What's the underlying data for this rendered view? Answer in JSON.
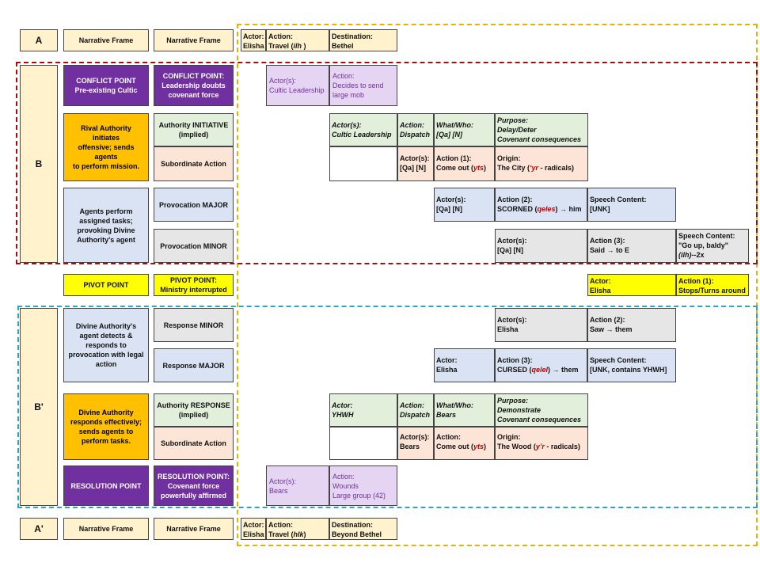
{
  "rows": {
    "A": "A",
    "B": "B",
    "B_prime": "B'",
    "A_prime": "A'"
  },
  "labels": {
    "narrative_frame": "Narrative Frame",
    "conflict_left": "CONFLICT POINT\nPre-existing Cultic",
    "conflict_right": "CONFLICT POINT:\nLeadership doubts\ncovenant force",
    "rival": "Rival Authority initiates\noffensive; sends agents\nto perform mission.",
    "authority_initiative": "Authority INITIATIVE\n(implied)",
    "subordinate_action": "Subordinate Action",
    "agents_perform": "Agents perform\nassigned tasks;\nprovoking Divine\nAuthority's agent",
    "provocation_major": "Provocation MAJOR",
    "provocation_minor": "Provocation MINOR",
    "pivot_left": "PIVOT POINT",
    "pivot_right": "PIVOT POINT:\nMinistry interrupted",
    "divine_detects": "Divine Authority's\nagent detects &\nresponds to\nprovocation with legal\naction",
    "response_minor": "Response MINOR",
    "response_major": "Response MAJOR",
    "divine_responds": "Divine Authority\nresponds effectively;\nsends agents to\nperform tasks.",
    "authority_response": "Authority RESPONSE\n(implied)",
    "resolution_left": "RESOLUTION POINT",
    "resolution_right": "RESOLUTION POINT:\nCovenant force\npowerfully affirmed"
  },
  "cells": {
    "a_actor": "Actor:\nElisha",
    "a_action_head": "Action:",
    "a_action_text": "Travel (",
    "a_action_term": "ilh",
    "a_action_tail": " )",
    "a_dest": "Destination:\nBethel",
    "cl_actor": "Actor(s):\nCultic Leadership",
    "cl_action": "Action:\nDecides to send\nlarge mob",
    "ai_actor": "Actor(s):\nCultic Leadership",
    "ai_action": "Action:\nDispatch",
    "ai_what": "What/Who:\n[Qa] [N]",
    "ai_purpose": "Purpose:\nDelay/Deter\nCovenant consequences",
    "sa_actor": "Actor(s):\n[Qa]  [N]",
    "sa_action_head": "Action (1):",
    "sa_action_text": "Come out (",
    "sa_action_term": "yts",
    "sa_action_tail": ")",
    "sa_origin_head": "Origin:",
    "sa_origin_text": "The City (",
    "sa_origin_term": "‘yr",
    "sa_origin_tail": "  -  radicals)",
    "pm_actor": "Actor(s):\n[Qa] [N]",
    "pm_action_head": "Action (2):",
    "pm_action_text": "SCORNED (",
    "pm_action_term": "qeles",
    "pm_action_tail": ") → him",
    "pm_speech": "Speech Content:\n[UNK]",
    "pn_actor": "Actor(s):\n[Qa] [N]",
    "pn_action": "Action (3):\nSaid → to E",
    "pn_speech_head": "Speech Content:",
    "pn_speech_quote": "\"Go up, baldy\"",
    "pn_speech_term": "(ilh)",
    "pn_speech_tail": "--2x",
    "pv_actor": "Actor:\nElisha",
    "pv_action": "Action (1):\nStops/Turns around",
    "rn_actor": "Actor(s):\nElisha",
    "rn_action": "Action (2):\nSaw → them",
    "rj_actor": "Actor:\nElisha",
    "rj_action_head": "Action (3):",
    "rj_action_text": "CURSED (",
    "rj_action_term": "qelel",
    "rj_action_tail": ") → them",
    "rj_speech": "Speech Content:\n[UNK, contains YHWH]",
    "ar_actor": "Actor:\nYHWH",
    "ar_action": "Action:\nDispatch",
    "ar_what": "What/Who:\nBears",
    "ar_purpose": "Purpose:\nDemonstrate\nCovenant consequences",
    "bs_actor": "Actor(s):\nBears",
    "bs_action_head": "Action:",
    "bs_action_text": "Come out (",
    "bs_action_term": "yts",
    "bs_action_tail": ")",
    "bs_origin_head": "Origin:",
    "bs_origin_text": "The Wood (",
    "bs_origin_term": "y’r",
    "bs_origin_tail": "  -  radicals)",
    "rs_actor": "Actor(s):\nBears",
    "rs_action": "Action:\nWounds\nLarge group (42)",
    "ap_actor": "Actor:\nElisha",
    "ap_action_head": "Action:",
    "ap_action_text": "Travel (",
    "ap_action_term": "hlk",
    "ap_action_tail": ")",
    "ap_dest": "Destination:\nBeyond Bethel"
  },
  "colors": {
    "purple": "#7030a0",
    "orange": "#ffc000",
    "yellow": "#ffff00",
    "gold_dash": "#e8b000",
    "maroon_dash": "#a01010",
    "teal_dash": "#2aa6c4",
    "red_term": "#c00000"
  }
}
